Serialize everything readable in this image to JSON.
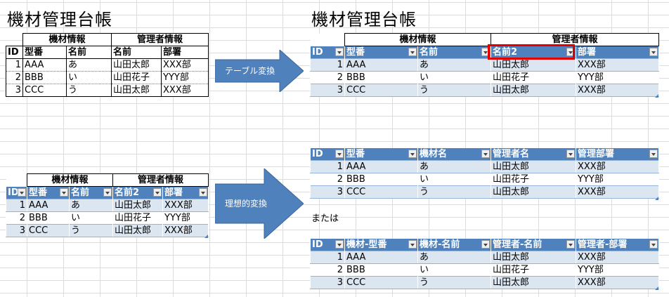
{
  "titles": {
    "left": "機材管理台帳",
    "right": "機材管理台帳"
  },
  "group_headers": {
    "equipment": "機材情報",
    "manager": "管理者情報"
  },
  "top_left_table": {
    "headers": [
      "ID",
      "型番",
      "名前",
      "名前",
      "部署"
    ],
    "rows": [
      [
        "1",
        "AAA",
        "あ",
        "山田太郎",
        "XXX部"
      ],
      [
        "2",
        "BBB",
        "い",
        "山田花子",
        "YYY部"
      ],
      [
        "3",
        "CCC",
        "う",
        "山田太郎",
        "XXX部"
      ]
    ]
  },
  "top_right_table": {
    "headers": [
      "ID",
      "型番",
      "名前",
      "名前2",
      "部署"
    ],
    "rows": [
      [
        "1",
        "AAA",
        "あ",
        "山田太郎",
        "XXX部"
      ],
      [
        "2",
        "BBB",
        "い",
        "山田花子",
        "YYY部"
      ],
      [
        "3",
        "CCC",
        "う",
        "山田太郎",
        "XXX部"
      ]
    ]
  },
  "bottom_left_table": {
    "headers": [
      "ID",
      "型番",
      "名前",
      "名前2",
      "部署"
    ],
    "rows": [
      [
        "1",
        "AAA",
        "あ",
        "山田太郎",
        "XXX部"
      ],
      [
        "2",
        "BBB",
        "い",
        "山田花子",
        "YYY部"
      ],
      [
        "3",
        "CCC",
        "う",
        "山田太郎",
        "XXX部"
      ]
    ]
  },
  "ideal_table_1": {
    "headers": [
      "ID",
      "型番",
      "機材名",
      "管理者名",
      "管理部署"
    ],
    "rows": [
      [
        "1",
        "AAA",
        "あ",
        "山田太郎",
        "XXX部"
      ],
      [
        "2",
        "BBB",
        "い",
        "山田花子",
        "YYY部"
      ],
      [
        "3",
        "CCC",
        "う",
        "山田太郎",
        "XXX部"
      ]
    ]
  },
  "ideal_table_2": {
    "headers": [
      "ID",
      "機材-型番",
      "機材-名前",
      "管理者-名前",
      "管理者-部署"
    ],
    "rows": [
      [
        "1",
        "AAA",
        "あ",
        "山田太郎",
        "XXX部"
      ],
      [
        "2",
        "BBB",
        "い",
        "山田花子",
        "YYY部"
      ],
      [
        "3",
        "CCC",
        "う",
        "山田太郎",
        "XXX部"
      ]
    ]
  },
  "arrows": {
    "table_convert": "テーブル変換",
    "ideal_convert": "理想的変換"
  },
  "or_text": "または",
  "colors": {
    "header_blue": "#4f81bd",
    "band_blue": "#dce6f1",
    "arrow_blue": "#4f81bd",
    "highlight_red": "#e00000"
  }
}
